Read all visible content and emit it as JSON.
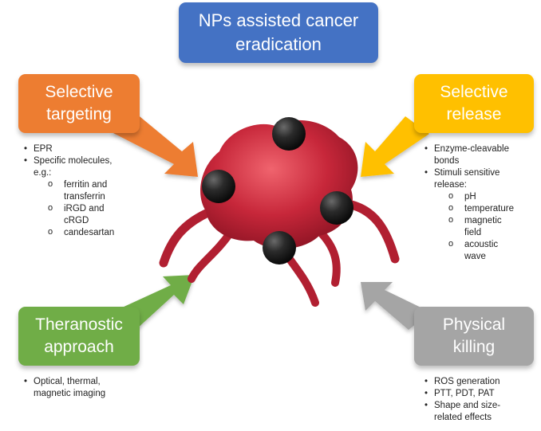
{
  "title": "NPs assisted cancer\neradication",
  "colors": {
    "title": "#4472C4",
    "targeting": "#ED7D31",
    "release": "#FFC000",
    "theranostic": "#70AD47",
    "physical": "#A5A5A5",
    "cell": "#C7273A",
    "nanoparticle": "#2B2B2B"
  },
  "selective_targeting": {
    "label": "Selective\ntargeting",
    "items": [
      {
        "text": "EPR"
      },
      {
        "text": "Specific molecules,\ne.g.:",
        "subitems": [
          "ferritin and\ntransferrin",
          "iRGD and\ncRGD",
          "candesartan"
        ]
      }
    ]
  },
  "selective_release": {
    "label": "Selective\nrelease",
    "items": [
      {
        "text": "Enzyme-cleavable\nbonds"
      },
      {
        "text": "Stimuli sensitive\nrelease:",
        "subitems": [
          "pH",
          "temperature",
          "magnetic\nfield",
          "acoustic\nwave"
        ]
      }
    ]
  },
  "theranostic_approach": {
    "label": "Theranostic\napproach",
    "items": [
      {
        "text": "Optical, thermal,\nmagnetic imaging"
      }
    ]
  },
  "physical_killing": {
    "label": "Physical\nkilling",
    "items": [
      {
        "text": "ROS generation"
      },
      {
        "text": "PTT, PDT, PAT"
      },
      {
        "text": "Shape and size-\nrelated effects"
      }
    ]
  }
}
